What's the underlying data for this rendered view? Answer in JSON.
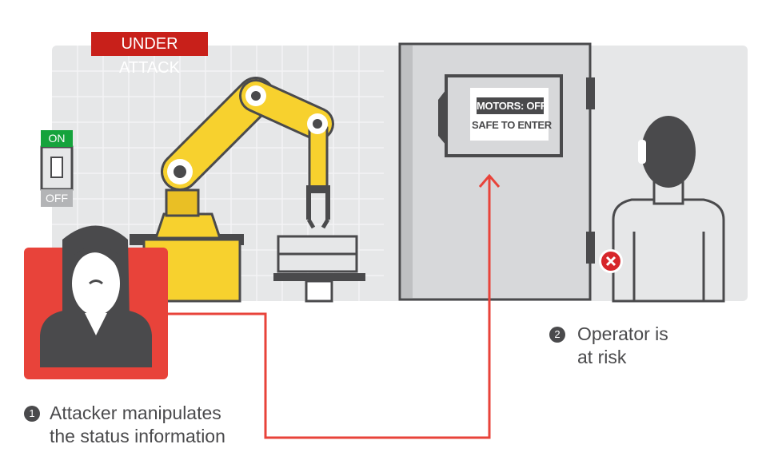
{
  "badge": {
    "label": "UNDER ATTACK",
    "color": "#c8201a"
  },
  "switch": {
    "on_label": "ON",
    "off_label": "OFF"
  },
  "panel_screen": {
    "line1": "MOTORS: OFF",
    "line2": "SAFE TO ENTER"
  },
  "steps": [
    {
      "number": "1",
      "line1": "Attacker manipulates",
      "line2": "the status information"
    },
    {
      "number": "2",
      "line1": "Operator is",
      "line2": "at risk"
    }
  ],
  "colors": {
    "attack_red": "#e8433a",
    "robot_yellow": "#f7d12e",
    "dark": "#4a4a4c",
    "panel_grey": "#e6e7e8"
  }
}
